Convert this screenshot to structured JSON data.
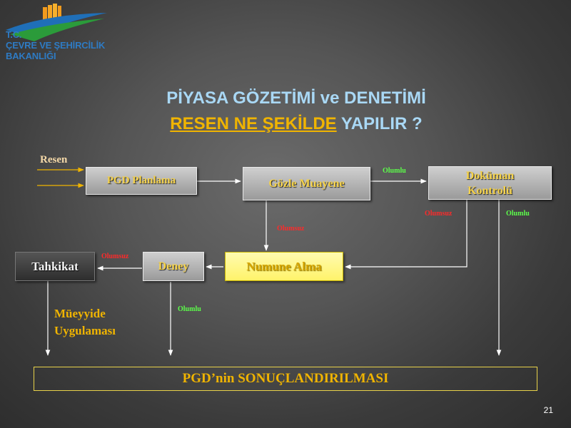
{
  "logo": {
    "line1": "T.C.",
    "line2": "ÇEVRE VE ŞEHİRCİLİK",
    "line3": "BAKANLIĞI"
  },
  "title": {
    "line1": "PİYASA GÖZETİMİ ve DENETİMİ",
    "line2_highlight": "RESEN NE ŞEKİLDE",
    "line2_rest": " YAPILIR ?"
  },
  "diagram": {
    "input_label": "Resen",
    "boxes": {
      "planlama": "PGD Planlama",
      "gozle": "Gözle Muayene",
      "dokuman_line1": "Doküman",
      "dokuman_line2": "Kontrolü",
      "numune": "Numune Alma",
      "deney": "Deney",
      "tahkikat": "Tahkikat"
    },
    "edge_labels": {
      "gozle_to_dokuman": "Olumlu",
      "gozle_to_numune": "Olumsuz",
      "dokuman_to_numune": "Olumsuz",
      "dokuman_to_sonuc": "Olumlu",
      "deney_to_tahkikat": "Olumsuz",
      "deney_to_sonuc": "Olumlu"
    },
    "tahkikat_outcome_line1": "Müeyyide",
    "tahkikat_outcome_line2": "Uygulaması",
    "result": "PGD’nin  SONUÇLANDIRILMASI"
  },
  "page_number": "21",
  "colors": {
    "title_blue": "#a9d8f5",
    "highlight_orange": "#f0b400",
    "negative_red": "#ff2a2a",
    "positive_green": "#5cff4a"
  }
}
